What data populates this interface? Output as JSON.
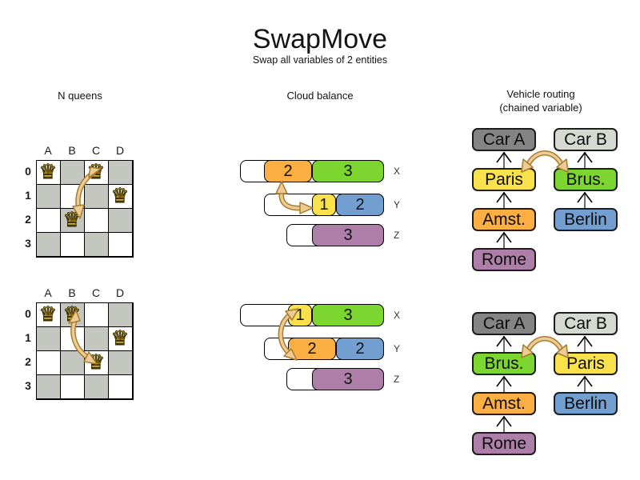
{
  "title": "SwapMove",
  "subtitle": "Swap all variables of 2 entities",
  "colors": {
    "orange": "#fbae42",
    "green": "#7cd62f",
    "yellow": "#f8e14b",
    "blue": "#729fcf",
    "purple": "#ad7fa8",
    "car_a_gray": "#848484",
    "car_b_gray": "#d5d9d1",
    "board_gray": "#c3c7bf",
    "swap_arrow_fill": "#eccb95",
    "swap_arrow_outline": "#a97c2e",
    "queen_gold": "#f2c81e"
  },
  "nqueens": {
    "header": "N queens",
    "col_labels": [
      "A",
      "B",
      "C",
      "D"
    ],
    "row_labels": [
      "0",
      "1",
      "2",
      "3"
    ],
    "queen_icon": "♛",
    "before": {
      "queens": [
        "A0",
        "C0",
        "D1",
        "B2"
      ],
      "swap": [
        "C0",
        "B2"
      ]
    },
    "after": {
      "queens": [
        "A0",
        "B0",
        "D1",
        "C2"
      ],
      "swap": [
        "B0",
        "C2"
      ]
    }
  },
  "cloud": {
    "header": "Cloud balance",
    "before": {
      "rows": [
        {
          "label": "X",
          "blocks": [
            {
              "value": 2,
              "color": "orange"
            },
            {
              "value": 3,
              "color": "green"
            }
          ]
        },
        {
          "label": "Y",
          "blocks": [
            {
              "value": 1,
              "color": "yellow"
            },
            {
              "value": 2,
              "color": "blue"
            }
          ]
        },
        {
          "label": "Z",
          "blocks": [
            {
              "value": 3,
              "color": "purple"
            }
          ]
        }
      ],
      "swap": [
        "orange 2 on X",
        "yellow 1 on Y"
      ]
    },
    "after": {
      "rows": [
        {
          "label": "X",
          "blocks": [
            {
              "value": 1,
              "color": "yellow"
            },
            {
              "value": 3,
              "color": "green"
            }
          ]
        },
        {
          "label": "Y",
          "blocks": [
            {
              "value": 2,
              "color": "orange"
            },
            {
              "value": 2,
              "color": "blue"
            }
          ]
        },
        {
          "label": "Z",
          "blocks": [
            {
              "value": 3,
              "color": "purple"
            }
          ]
        }
      ],
      "swap": [
        "yellow 1 on X",
        "orange 2 on Y"
      ]
    }
  },
  "vehicle": {
    "header": "Vehicle routing",
    "subheader": "(chained variable)",
    "before": {
      "car_a": "Car A",
      "car_b": "Car B",
      "chain_a": [
        "Paris",
        "Amst.",
        "Rome"
      ],
      "chain_b": [
        "Brus.",
        "Berlin"
      ],
      "swap": [
        "Paris",
        "Brus."
      ]
    },
    "after": {
      "car_a": "Car A",
      "car_b": "Car B",
      "chain_a": [
        "Brus.",
        "Amst.",
        "Rome"
      ],
      "chain_b": [
        "Paris",
        "Berlin"
      ],
      "swap": [
        "Brus.",
        "Paris"
      ]
    }
  }
}
